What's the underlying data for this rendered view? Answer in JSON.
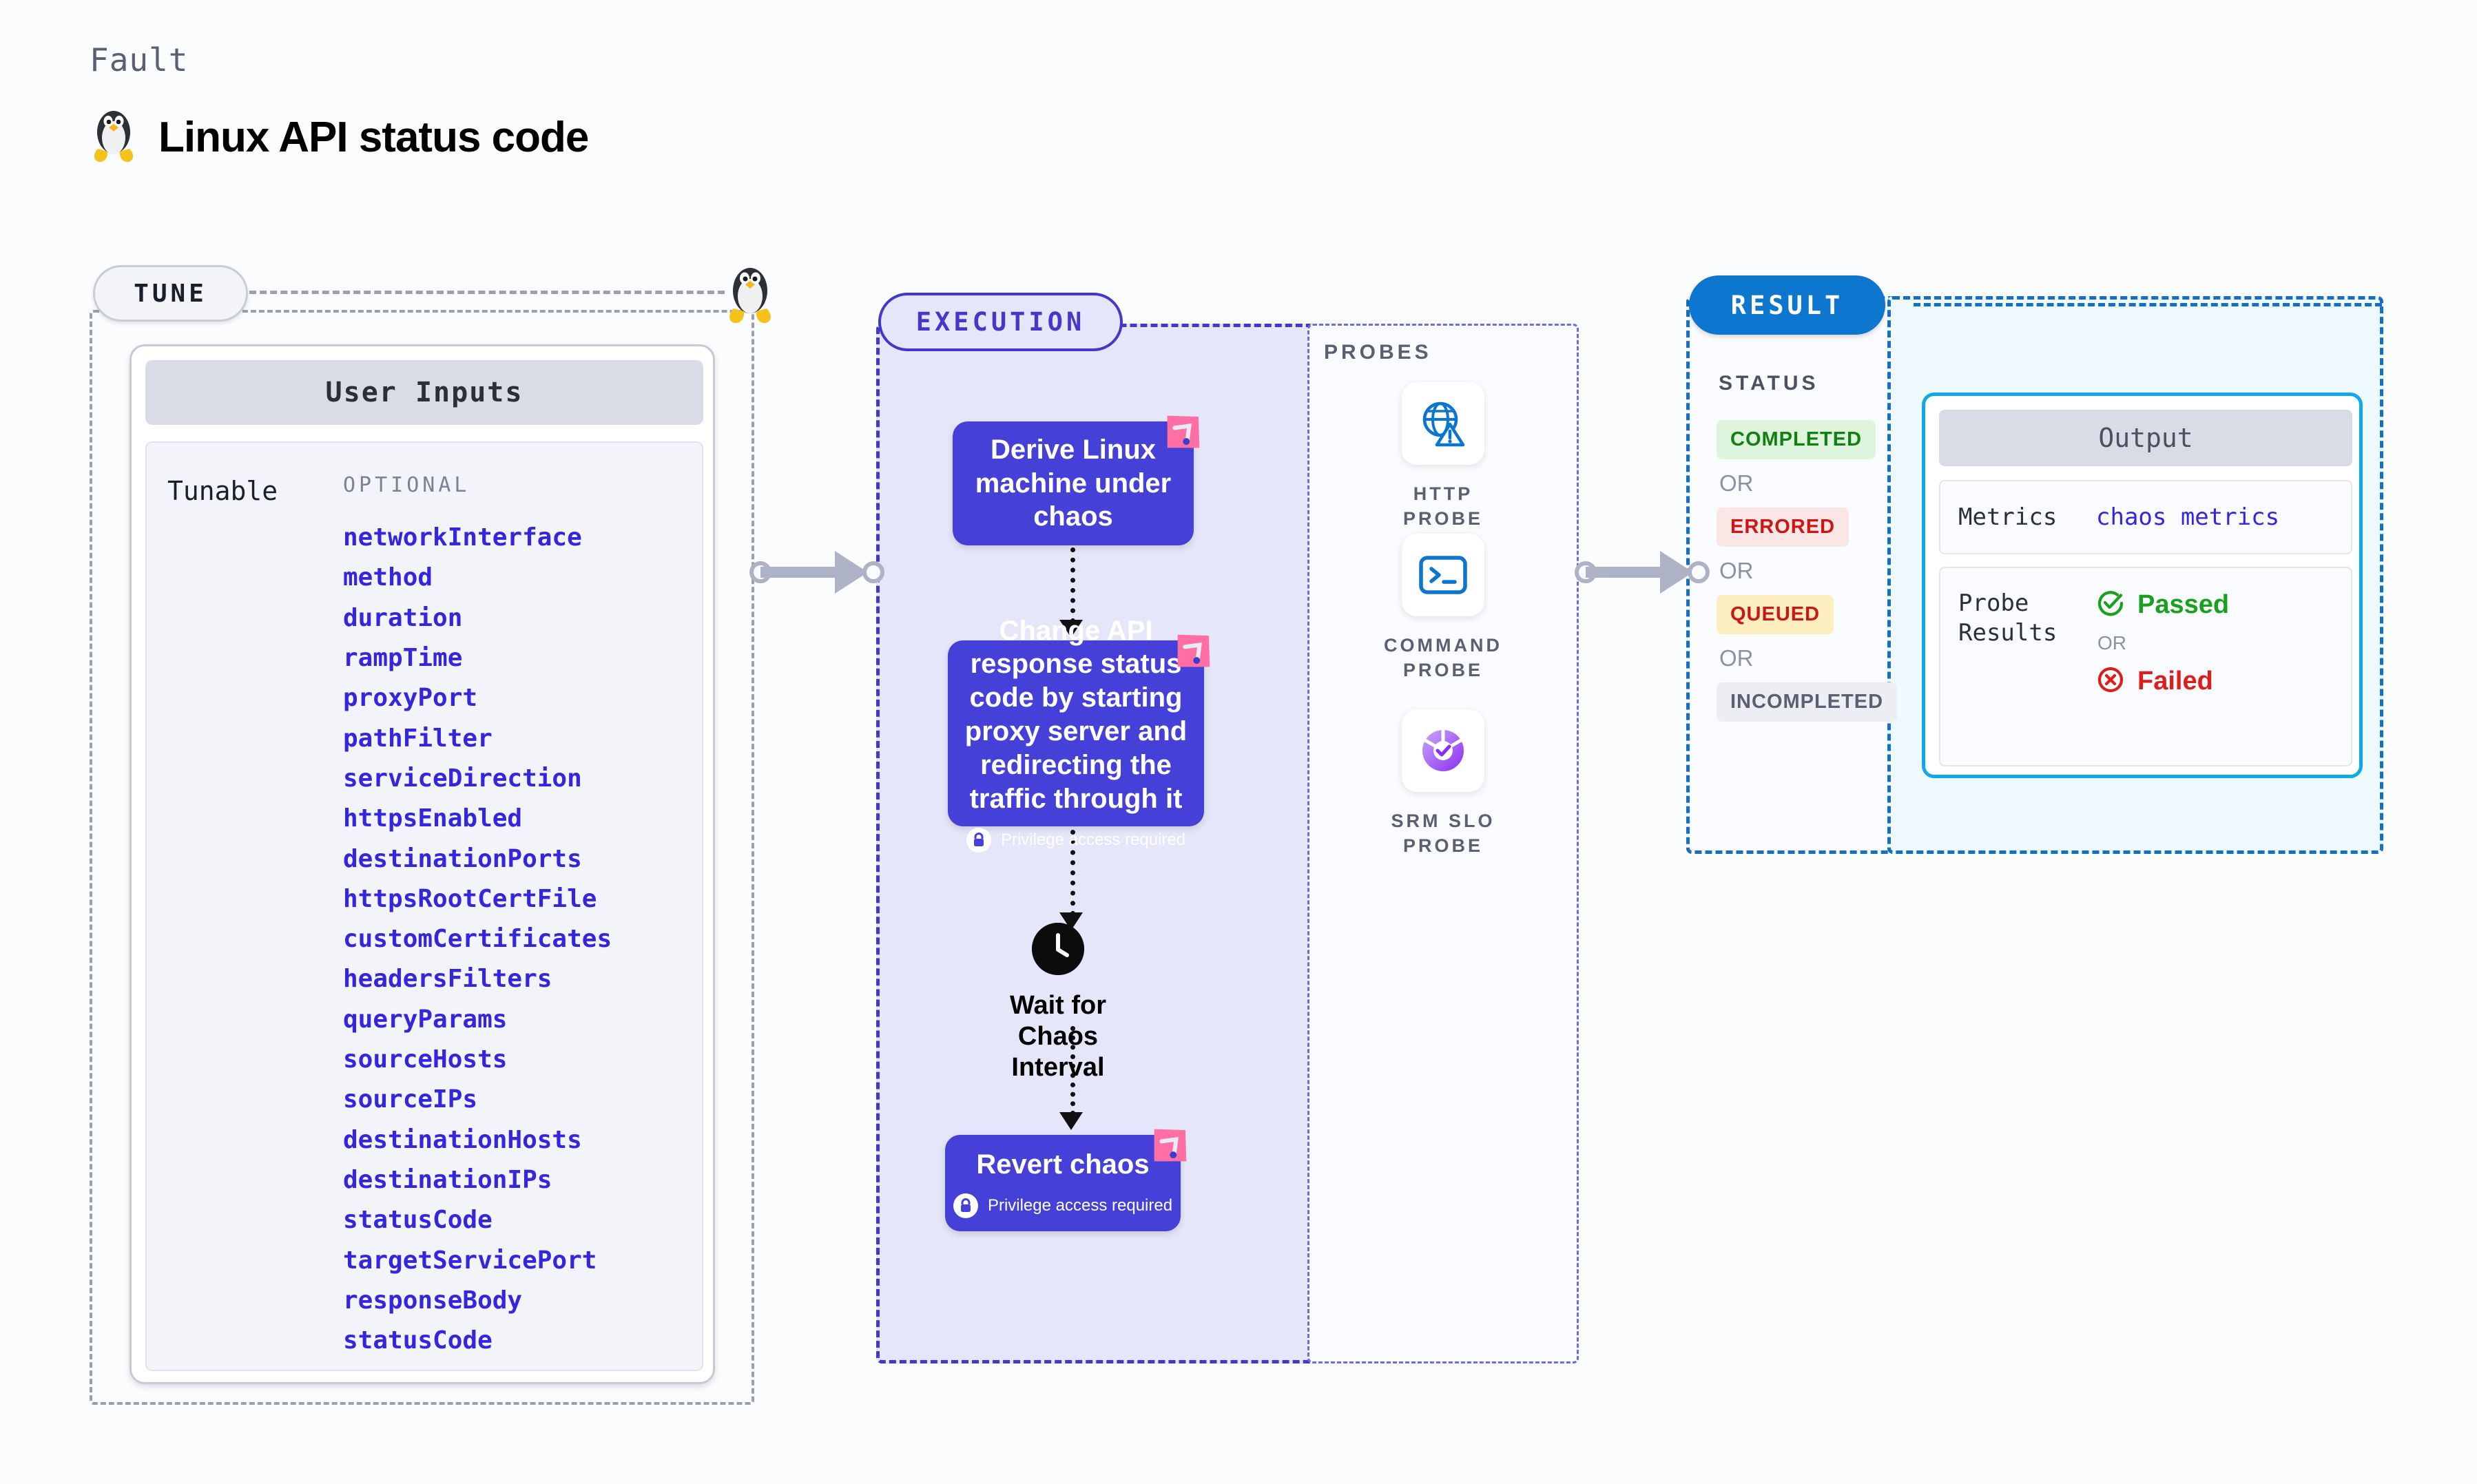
{
  "header": {
    "eyebrow": "Fault",
    "title": "Linux API status code",
    "icon": "linux-penguin-icon"
  },
  "tune": {
    "pill_label": "TUNE",
    "card_title": "User Inputs",
    "group_label": "Tunable",
    "optional_label": "OPTIONAL",
    "params": [
      "networkInterface",
      "method",
      "duration",
      "rampTime",
      "proxyPort",
      "pathFilter",
      "serviceDirection",
      "httpsEnabled",
      "destinationPorts",
      "httpsRootCertFile",
      "customCertificates",
      "headersFilters",
      "queryParams",
      "sourceHosts",
      "sourceIPs",
      "destinationHosts",
      "destinationIPs",
      "statusCode",
      "targetServicePort",
      "responseBody",
      "statusCode"
    ]
  },
  "execution": {
    "pill_label": "EXECUTION",
    "nodes": [
      {
        "text": "Derive Linux machine under chaos",
        "privilege": null
      },
      {
        "text": "Change API response status code by starting proxy server and redirecting the traffic through it",
        "privilege": "Privilege access required"
      }
    ],
    "wait_label": "Wait for Chaos Interval",
    "revert": {
      "text": "Revert chaos",
      "privilege": "Privilege access required"
    }
  },
  "probes": {
    "title": "PROBES",
    "items": [
      {
        "label": "HTTP PROBE",
        "icon": "globe-warning-icon"
      },
      {
        "label": "COMMAND PROBE",
        "icon": "terminal-icon"
      },
      {
        "label": "SRM SLO PROBE",
        "icon": "slo-donut-icon"
      }
    ]
  },
  "result": {
    "pill_label": "RESULT",
    "status_title": "STATUS",
    "or_label": "OR",
    "statuses": [
      {
        "label": "COMPLETED",
        "bg": "#dcf5dc",
        "fg": "#118011"
      },
      {
        "label": "ERRORED",
        "bg": "#fbe6e6",
        "fg": "#cc1616"
      },
      {
        "label": "QUEUED",
        "bg": "#fdeec0",
        "fg": "#cc1616"
      },
      {
        "label": "INCOMPLETED",
        "bg": "#eceef4",
        "fg": "#5a6072"
      }
    ]
  },
  "output": {
    "title": "Output",
    "metrics_key": "Metrics",
    "metrics_value": "chaos metrics",
    "probe_key": "Probe Results",
    "or_label": "OR",
    "passed": "Passed",
    "failed": "Failed",
    "passed_color": "#18a11c",
    "failed_color": "#e01b1b"
  },
  "colors": {
    "node_purple": "#4540d8",
    "exec_fill": "#e6e6fb",
    "result_blue": "#0d76ce",
    "output_cyan": "#0fa8e8",
    "param_blue": "#3426df",
    "ribbon_pink": "#ff6fa3"
  }
}
